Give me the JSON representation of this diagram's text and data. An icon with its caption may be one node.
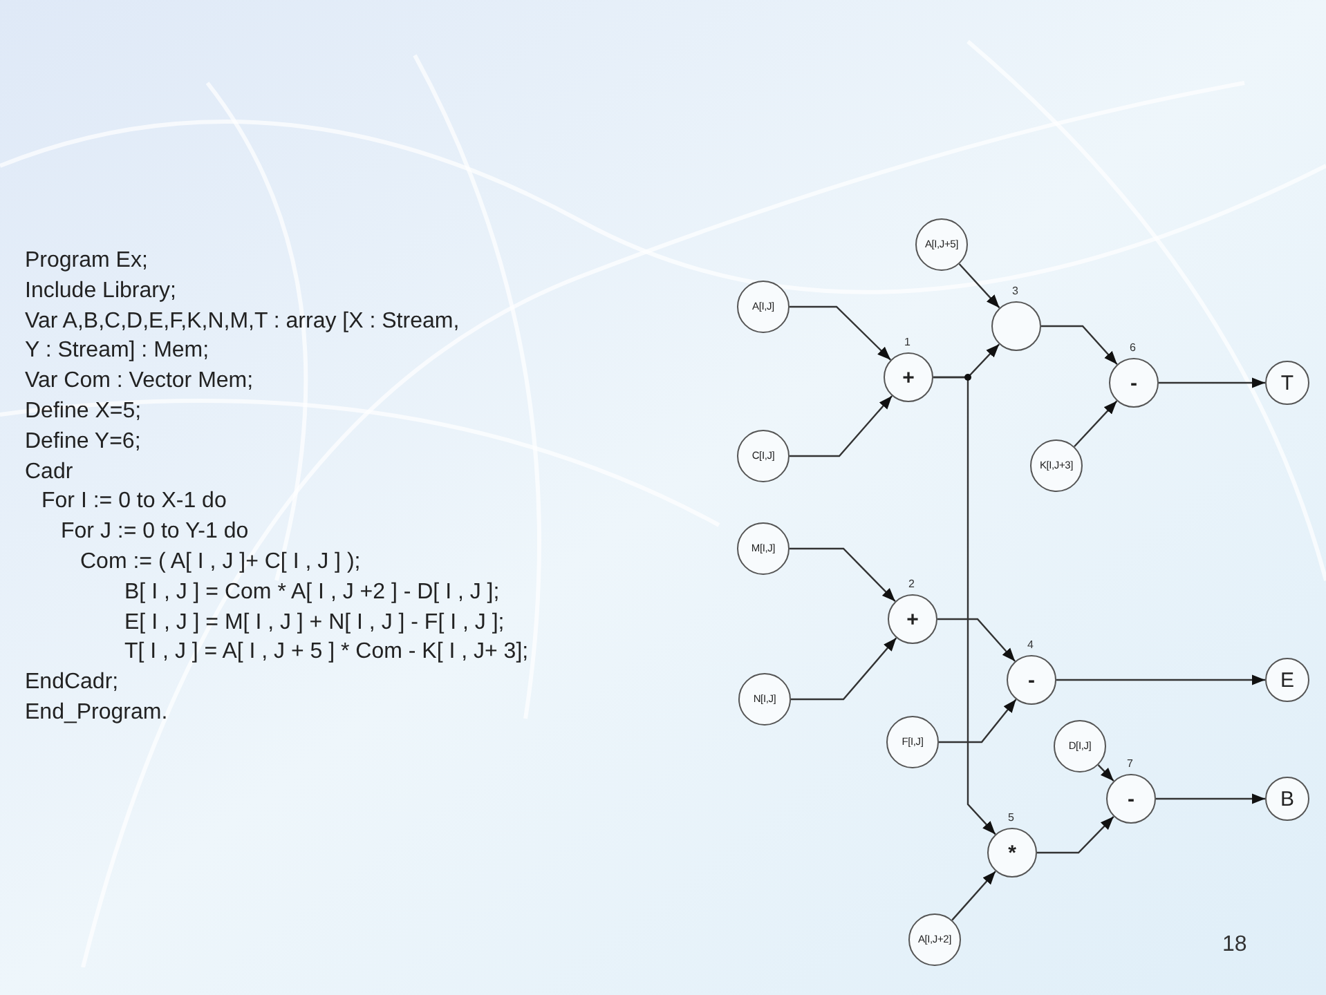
{
  "diagram": {
    "nodes": [
      {
        "text": [
          "A[I,J+5]"
        ]
      },
      {
        "text": [
          "A[I,J]"
        ]
      },
      {
        "text": [
          "+"
        ],
        "beside": [
          "1"
        ]
      },
      {
        "text": [],
        "shape": "circle",
        "beside": [
          "3"
        ]
      },
      {
        "text": [
          "-"
        ],
        "beside": [
          "6"
        ]
      },
      {
        "text": [
          "T"
        ]
      },
      {
        "text": [
          "C[I,J]"
        ]
      },
      {
        "text": [
          "K[I,J+3]"
        ]
      },
      {
        "text": [
          "M[I,J]"
        ]
      },
      {
        "text": [
          "+"
        ],
        "beside": [
          "2"
        ]
      },
      {
        "text": [
          "N[I,J]"
        ]
      },
      {
        "text": [
          "-"
        ],
        "beside": [
          "4"
        ]
      },
      {
        "text": [
          "E"
        ]
      },
      {
        "text": [
          "F[I,J]"
        ]
      },
      {
        "text": [
          "D[I,J]"
        ]
      },
      {
        "text": [
          "-"
        ],
        "beside": [
          "7"
        ]
      },
      {
        "text": [
          "B"
        ]
      },
      {
        "text": [
          "*"
        ],
        "beside": [
          "5"
        ]
      },
      {
        "text": [
          "A[I,J+2]"
        ]
      }
    ],
    "edges": [
      {
        "from": 1,
        "to": 2,
        "arrow": "to"
      },
      {
        "from": 6,
        "to": 2,
        "arrow": "to"
      },
      {
        "from": 2,
        "to": 3,
        "arrow": "to"
      },
      {
        "from": 2,
        "to": 17,
        "arrow": "to"
      },
      {
        "from": 0,
        "to": 3,
        "arrow": "to"
      },
      {
        "from": 3,
        "to": 4,
        "arrow": "to"
      },
      {
        "from": 7,
        "to": 4,
        "arrow": "to"
      },
      {
        "from": 4,
        "to": 5,
        "arrow": "to"
      },
      {
        "from": 8,
        "to": 9,
        "arrow": "to"
      },
      {
        "from": 10,
        "to": 9,
        "arrow": "to"
      },
      {
        "from": 9,
        "to": 11,
        "arrow": "to"
      },
      {
        "from": 13,
        "to": 11,
        "arrow": "to"
      },
      {
        "from": 11,
        "to": 12,
        "arrow": "to"
      },
      {
        "from": 14,
        "to": 15,
        "arrow": "to"
      },
      {
        "from": 17,
        "to": 15,
        "arrow": "to"
      },
      {
        "from": 15,
        "to": 16,
        "arrow": "to"
      },
      {
        "from": 18,
        "to": 17,
        "arrow": "to"
      }
    ],
    "labels": [
      "Program Ex;",
      "Include Library;",
      "Var A,B,C,D,E,F,K,N,M,T : array [X : Stream,",
      "Y : Stream] : Mem;",
      "Var Com : Vector Mem;",
      "Define X=5;",
      "Define Y=6;",
      "Cadr",
      "For I := 0 to X-1 do",
      "For J := 0 to Y-1 do",
      "Com := ( A[ I , J ]+ C[ I , J ] );",
      "B[ I , J ] = Com * A[ I , J +2 ] - D[ I , J ];",
      "E[ I , J ] = M[ I , J ] + N[ I , J ] - F[ I , J ];",
      "T[ I , J ] = A[ I , J + 5 ] * Com - K[ I , J+ 3];",
      "EndCadr;",
      "End_Program.",
      "18"
    ]
  }
}
